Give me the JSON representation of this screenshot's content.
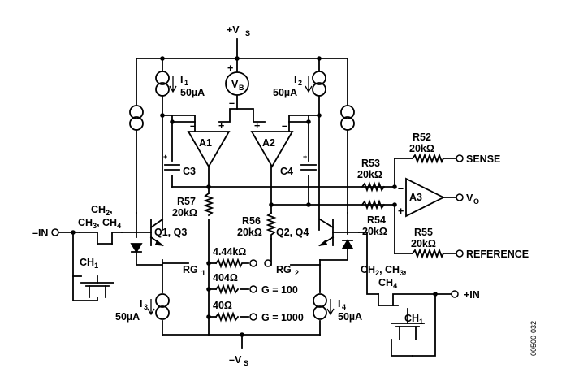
{
  "supply": {
    "pos": "+V",
    "pos_sub": "S",
    "neg": "–V",
    "neg_sub": "S"
  },
  "sources": {
    "vb": "V",
    "vb_sub": "B",
    "i1": "I",
    "i1_sub": "1",
    "i1_val": "50µA",
    "i2": "I",
    "i2_sub": "2",
    "i2_val": "50µA",
    "i3": "I",
    "i3_sub": "3",
    "i3_val": "50µA",
    "i4": "I",
    "i4_sub": "4",
    "i4_val": "50µA"
  },
  "amps": {
    "a1": "A1",
    "a2": "A2",
    "a3": "A3",
    "plus": "+",
    "minus": "–"
  },
  "caps": {
    "c3": "C3",
    "c4": "C4"
  },
  "resistors": {
    "r57_name": "R57",
    "r57_val": "20kΩ",
    "r56_name": "R56",
    "r56_val": "20kΩ",
    "r52_name": "R52",
    "r52_val": "20kΩ",
    "r53_name": "R53",
    "r53_val": "20kΩ",
    "r54_name": "R54",
    "r54_val": "20kΩ",
    "r55_name": "R55",
    "r55_val": "20kΩ",
    "g1_val": "4.44kΩ",
    "g100_val": "404Ω",
    "g1000_val": "40Ω"
  },
  "transistors": {
    "q13": "Q1, Q3",
    "q24": "Q2, Q4"
  },
  "gain": {
    "rg1": "RG",
    "rg1_sub": "1",
    "rg2": "RG",
    "rg2_sub": "2",
    "g100": "G = 100",
    "g1000": "G = 1000"
  },
  "inputs": {
    "neg_in": "–IN",
    "pos_in": "+IN",
    "ch_left_1": "CH",
    "ch_left_1_sub": "2",
    "ch_left_1_tail": ",",
    "ch_left_2a": "CH",
    "ch_left_2a_sub": "3",
    "ch_left_2b": ", CH",
    "ch_left_2b_sub": "4",
    "ch_left_fet": "CH",
    "ch_left_fet_sub": "1",
    "ch_right_1a": "CH",
    "ch_right_1a_sub": "2",
    "ch_right_1b": ", CH",
    "ch_right_1b_sub": "3",
    "ch_right_1c": ",",
    "ch_right_2": "CH",
    "ch_right_2_sub": "4",
    "ch_right_fet": "CH",
    "ch_right_fet_sub": "1"
  },
  "outputs": {
    "sense": "SENSE",
    "vo": "V",
    "vo_sub": "O",
    "reference": "REFERENCE"
  },
  "figure_id": "00500-032"
}
